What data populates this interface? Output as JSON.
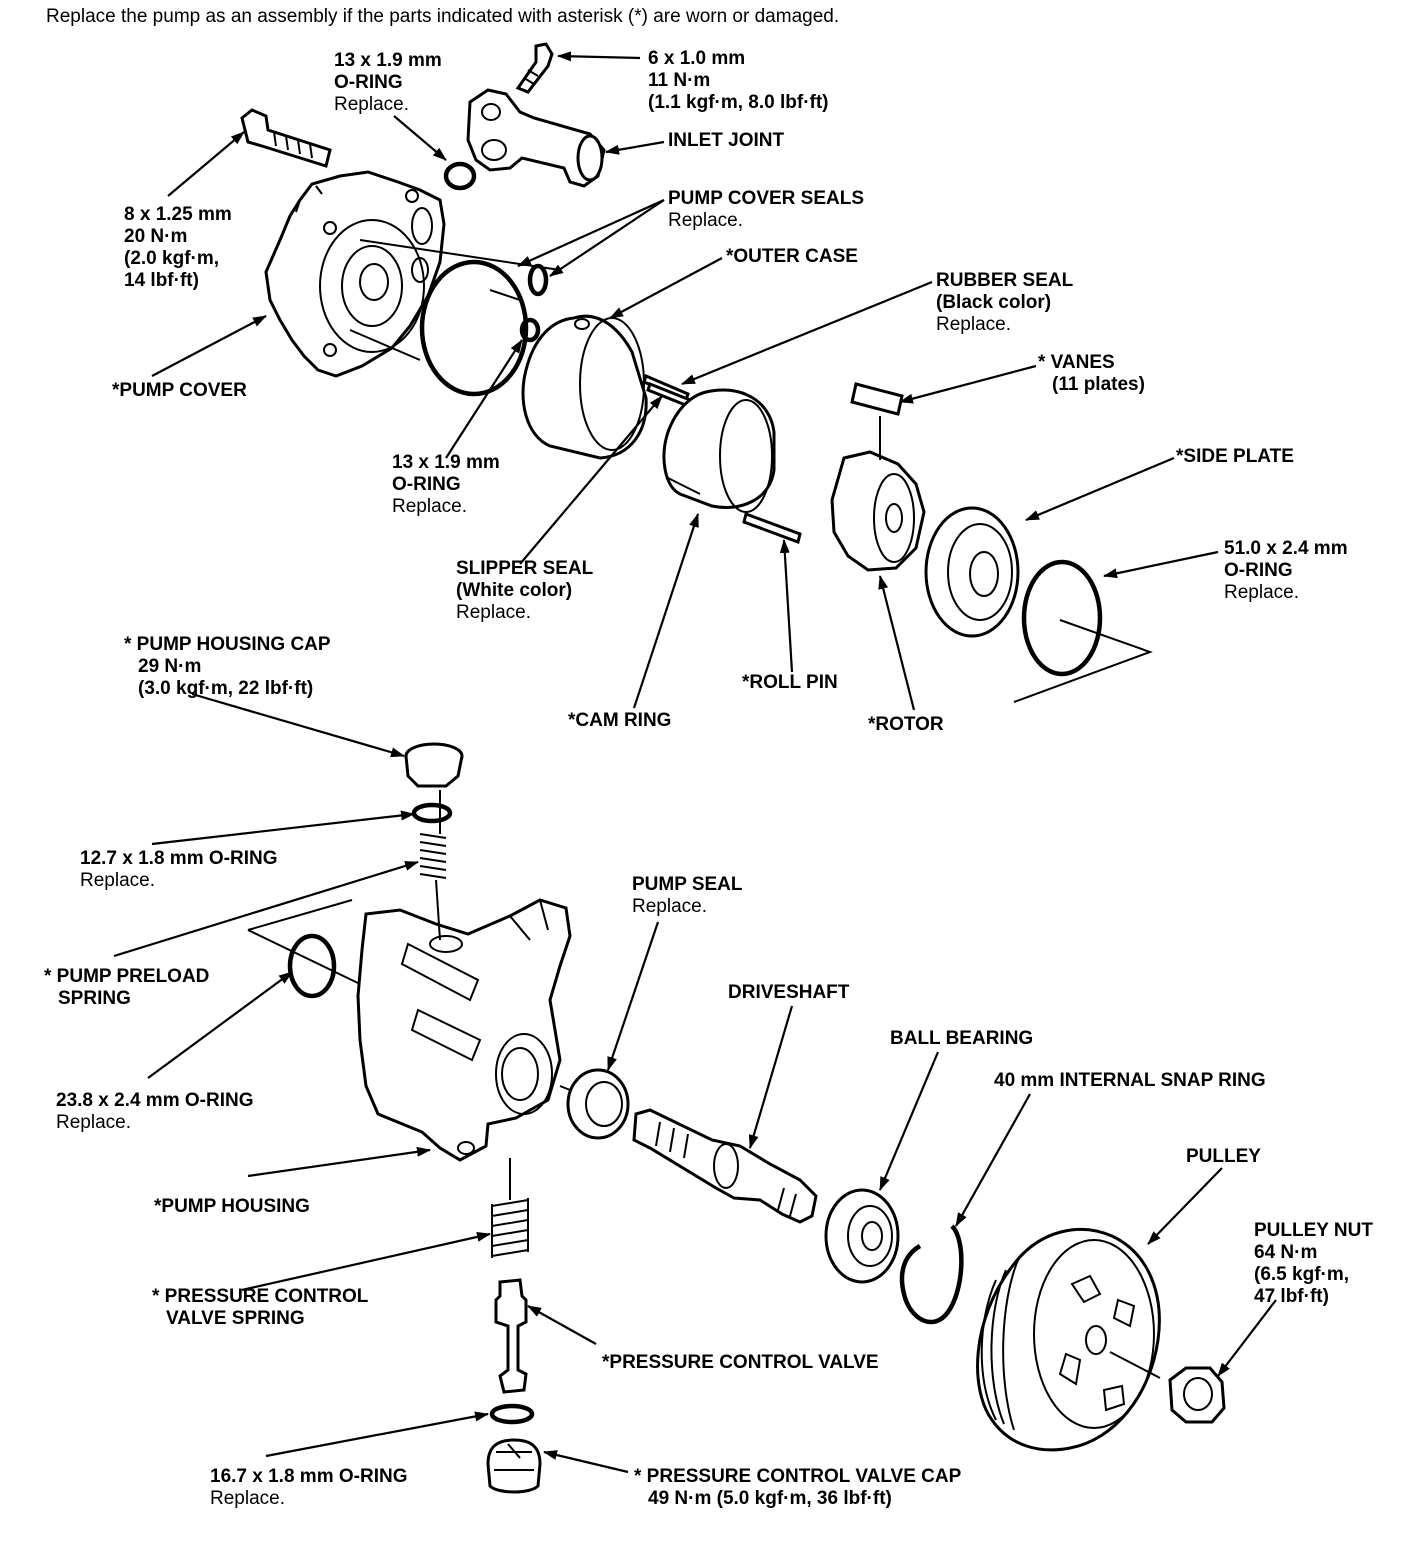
{
  "header": "Replace the pump as an assembly if the parts indicated with asterisk (*) are worn or damaged.",
  "labels": {
    "oring_13_top": {
      "l1": "13 x 1.9 mm",
      "l2": "O-RING",
      "l3": "Replace."
    },
    "bolt_6": {
      "l1": "6 x 1.0 mm",
      "l2": "11 N·m",
      "l3": "(1.1 kgf·m, 8.0 lbf·ft)"
    },
    "inlet_joint": {
      "l1": "INLET JOINT"
    },
    "bolt_8": {
      "l1": "8 x 1.25 mm",
      "l2": "20 N·m",
      "l3": "(2.0 kgf·m,",
      "l4": "14 lbf·ft)"
    },
    "pump_cover_seals": {
      "l1": "PUMP COVER SEALS",
      "l2": "Replace."
    },
    "outer_case": {
      "l1": "*OUTER CASE"
    },
    "rubber_seal": {
      "l1": "RUBBER SEAL",
      "l2": "(Black color)",
      "l3": "Replace."
    },
    "vanes": {
      "l1": "* VANES",
      "l2": "(11 plates)"
    },
    "pump_cover": {
      "l1": "*PUMP COVER"
    },
    "oring_13_mid": {
      "l1": "13 x 1.9 mm",
      "l2": "O-RING",
      "l3": "Replace."
    },
    "side_plate": {
      "l1": "*SIDE PLATE"
    },
    "oring_51": {
      "l1": "51.0 x 2.4 mm",
      "l2": "O-RING",
      "l3": "Replace."
    },
    "slipper_seal": {
      "l1": "SLIPPER SEAL",
      "l2": "(White color)",
      "l3": "Replace."
    },
    "pump_housing_cap": {
      "l1": "* PUMP HOUSING CAP",
      "l2": "29 N·m",
      "l3": "(3.0 kgf·m, 22 lbf·ft)"
    },
    "roll_pin": {
      "l1": "*ROLL PIN"
    },
    "cam_ring": {
      "l1": "*CAM RING"
    },
    "rotor": {
      "l1": "*ROTOR"
    },
    "oring_127": {
      "l1": "12.7 x 1.8 mm O-RING",
      "l2": "Replace."
    },
    "pump_seal": {
      "l1": "PUMP SEAL",
      "l2": "Replace."
    },
    "pump_preload_spring": {
      "l1": "* PUMP PRELOAD",
      "l2": "SPRING"
    },
    "driveshaft": {
      "l1": "DRIVESHAFT"
    },
    "ball_bearing": {
      "l1": "BALL BEARING"
    },
    "snap_ring": {
      "l1": "40 mm INTERNAL SNAP RING"
    },
    "oring_238": {
      "l1": "23.8 x 2.4 mm O-RING",
      "l2": "Replace."
    },
    "pulley": {
      "l1": "PULLEY"
    },
    "pump_housing": {
      "l1": "*PUMP HOUSING"
    },
    "pulley_nut": {
      "l1": "PULLEY NUT",
      "l2": "64 N·m",
      "l3": "(6.5 kgf·m,",
      "l4": "47 lbf·ft)"
    },
    "pcv_spring": {
      "l1": "* PRESSURE CONTROL",
      "l2": "VALVE SPRING"
    },
    "pcv": {
      "l1": "*PRESSURE CONTROL VALVE"
    },
    "oring_167": {
      "l1": "16.7 x 1.8 mm O-RING",
      "l2": "Replace."
    },
    "pcv_cap": {
      "l1": "* PRESSURE CONTROL VALVE CAP",
      "l2": "49 N·m (5.0 kgf·m, 36 lbf·ft)"
    }
  }
}
